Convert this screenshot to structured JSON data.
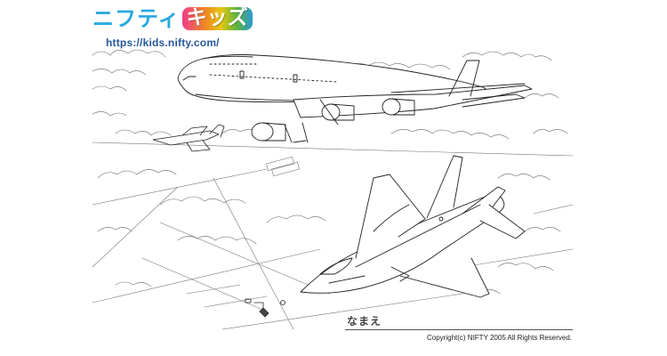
{
  "logo": {
    "brand": "ニフティ",
    "kids": "キッズ",
    "url": "https://kids.nifty.com/"
  },
  "illustration": {
    "subjects": [
      "airliner-747",
      "fighter-jet-large",
      "fighter-jet-small"
    ]
  },
  "name_field": {
    "label": "なまえ"
  },
  "copyright": "Copyright(c) NIFTY 2005 All Rights Reserved.",
  "colors": {
    "brand_blue": "#27a8e0",
    "url_blue": "#27579a",
    "line": "#555555"
  }
}
